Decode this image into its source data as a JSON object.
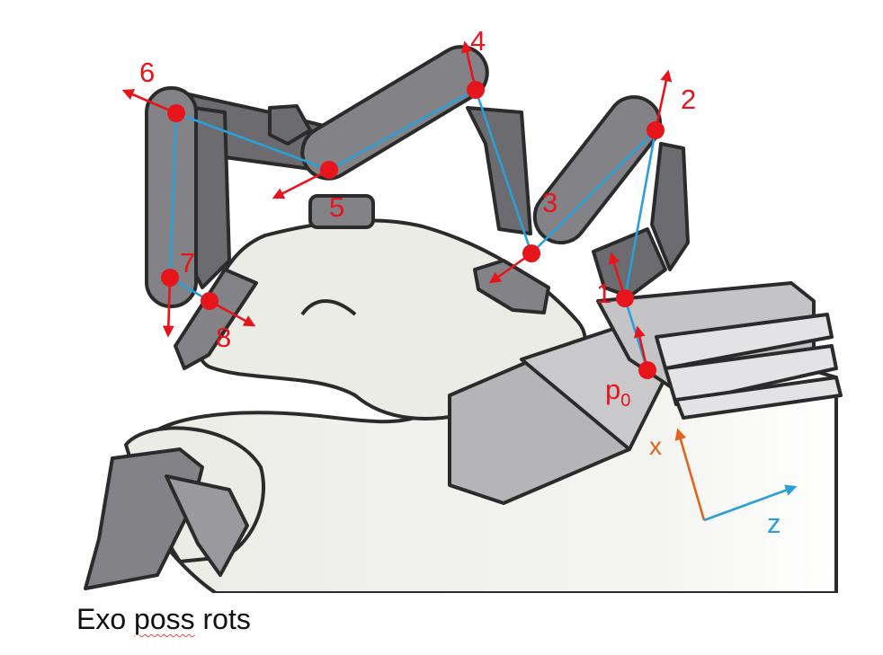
{
  "caption": {
    "word_1": "Exo",
    "word_2": "poss",
    "word_3": "rots"
  },
  "joint_labels": [
    "1",
    "2",
    "3",
    "4",
    "5",
    "6",
    "7",
    "8"
  ],
  "origin_label": {
    "base": "p",
    "subscript": "0"
  },
  "axes": {
    "x_label": "x",
    "z_label": "z"
  },
  "colors": {
    "joint": "#e8141c",
    "link": "#2a9fd8",
    "x_axis": "#e2631c",
    "z_axis": "#2a9fd8",
    "exo_gray": "#838387",
    "skin": "#ecece7"
  }
}
